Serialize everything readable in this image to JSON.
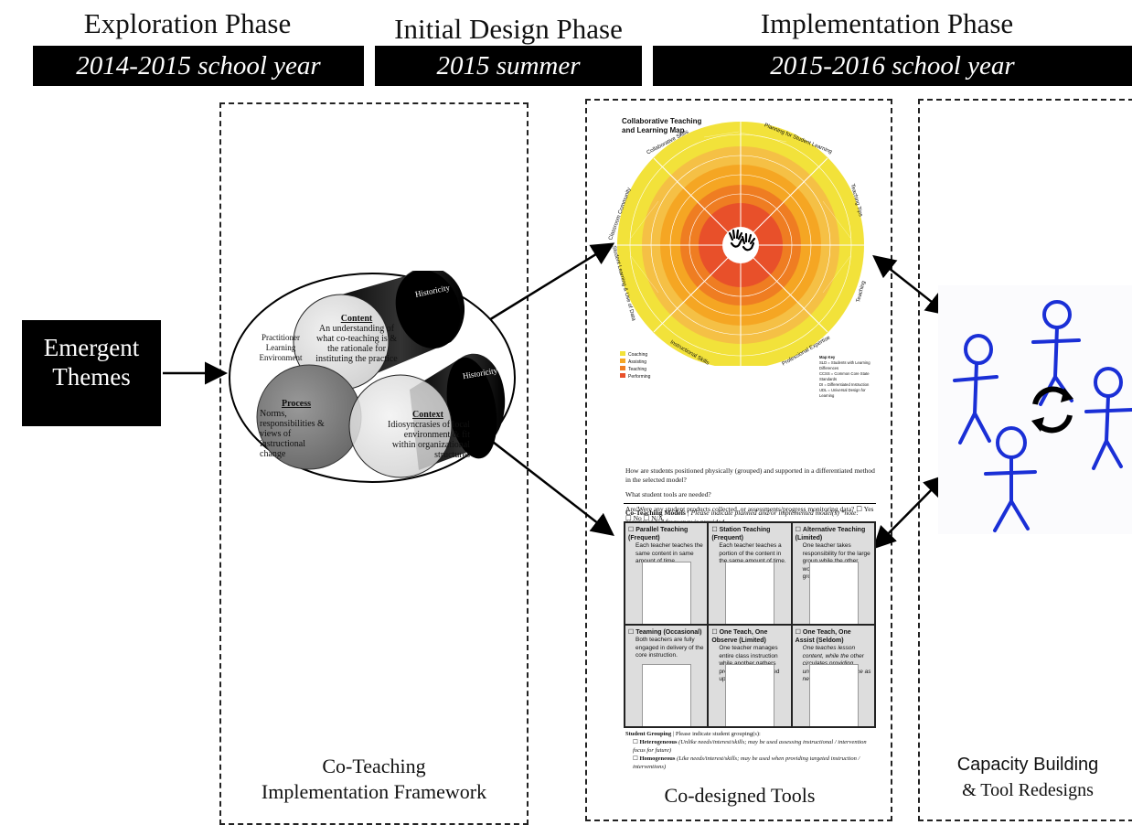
{
  "phases": [
    {
      "title": "Exploration Phase",
      "period": "2014-2015 school year"
    },
    {
      "title": "Initial Design Phase",
      "period": "2015 summer"
    },
    {
      "title": "Implementation Phase",
      "period": "2015-2016 school year"
    }
  ],
  "emergent": {
    "line1": "Emergent",
    "line2": "Themes"
  },
  "framework": {
    "caption_line1": "Co-Teaching",
    "caption_line2": "Implementation Framework",
    "environment_label": [
      "Practitioner",
      "Learning",
      "Environment"
    ],
    "historicity_top": "Historicity",
    "historicity_right": "Historicity",
    "content_title": "Content",
    "content_text": "An understanding of what co-teaching is & the rationale for instituting the practice",
    "process_title": "Process",
    "process_text": "Norms, responsibilities & views of instructional change",
    "context_title": "Context",
    "context_text": "Idiosyncrasies of local environment & fit within organizational structures"
  },
  "tools": {
    "caption": "Co-designed Tools",
    "map_title_line1": "Collaborative Teaching",
    "map_title_line2": "and Learning Map",
    "map_ring_labels": [
      "Collaborative Skills",
      "Planning for Student Learning",
      "Teaching Tips",
      "Teaching",
      "Professional Expertise",
      "Instructional Skills",
      "Student Learning & Use of Data",
      "Classroom Community"
    ],
    "map_legend": [
      "Coaching",
      "Assisting",
      "Teaching",
      "Performing"
    ],
    "map_key_title": "Map Key",
    "map_key_lines": [
      "SLD = Students with Learning Differences",
      "CCSS = Common Core State Standards",
      "DI = Differentiated Instruction",
      "UDL = Universal Design for Learning"
    ],
    "questions": [
      "How are students positioned physically (grouped) and supported in a differentiated method in the selected model?",
      "What student tools are needed?",
      "Are/Were any student products collected, or assessments/progress monitoring data?  ☐ Yes   ☐ No   ☐ N/A"
    ],
    "models_heading": "Co-Teaching Models",
    "models_instruction": "| Please indicate planned and/or implemented model(s) *note: recommended frequency is provided",
    "models": [
      {
        "title": "Parallel Teaching (Frequent)",
        "desc": "Each teacher teaches the same content in same amount of time"
      },
      {
        "title": "Station Teaching (Frequent)",
        "desc": "Each teacher teaches a portion of the content in the same amount of time."
      },
      {
        "title": "Alternative Teaching (Limited)",
        "desc": "One teacher takes responsibility for the large group while the other works with a smaller group."
      },
      {
        "title": "Teaming (Occasional)",
        "desc": "Both teachers are fully engaged in delivery of the core instruction."
      },
      {
        "title": "One Teach, One Observe (Limited)",
        "desc": "One teacher manages entire class instruction while another gathers pre-determined agreed upon data."
      },
      {
        "title": "One Teach, One Assist (Seldom)",
        "desc": "One teaches lesson content, while the other circulates providing unobtrusive assistance as needed"
      }
    ],
    "grouping_heading": "Student Grouping",
    "grouping_instruction": "| Please indicate student grouping(s):",
    "grouping_options": [
      {
        "label": "Heterogeneous",
        "note": "(Unlike needs/interest/skills; may be used assessing instructional / intervention focus for future)"
      },
      {
        "label": "Homogeneous",
        "note": "(Like needs/interest/skills; may be used when providing targeted instruction / interventions)"
      }
    ]
  },
  "capacity": {
    "caption_line1": "Capacity Building",
    "caption_line2": "& Tool Redesigns"
  },
  "colors": {
    "black": "#000000",
    "yellow": "#f2e23a",
    "orange": "#f5a623",
    "dark_orange": "#ef7d22",
    "red": "#e8502a",
    "stick_blue": "#1a2fd6"
  }
}
